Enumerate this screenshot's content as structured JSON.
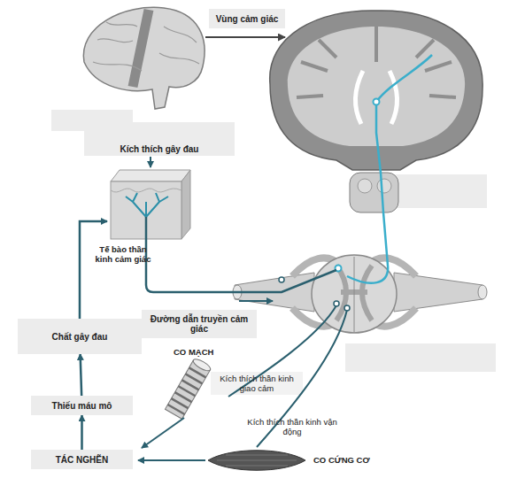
{
  "diagram": {
    "nodes": [
      {
        "text": [
          "Vùng cảm giác"
        ]
      },
      {
        "text": [
          "Kích thích gây đau"
        ]
      },
      {
        "text": [
          "Chất gây đau"
        ]
      },
      {
        "text": [
          "Đường dẫn truyền cảm giác"
        ]
      },
      {
        "text": [
          "Thiếu máu mô"
        ]
      },
      {
        "text": [
          "TÁC NGHẼN"
        ]
      }
    ],
    "edges": [
      {
        "from": 5,
        "to": 4,
        "arrow": "to"
      },
      {
        "from": 4,
        "to": 2,
        "arrow": "to"
      }
    ],
    "labels": [
      "Tế bào thần kinh cảm giác",
      "CO MẠCH",
      "Kích thích thần kinh giao cảm",
      "Kích thích thần kinh vận động",
      "CO CỨNG CƠ"
    ]
  }
}
